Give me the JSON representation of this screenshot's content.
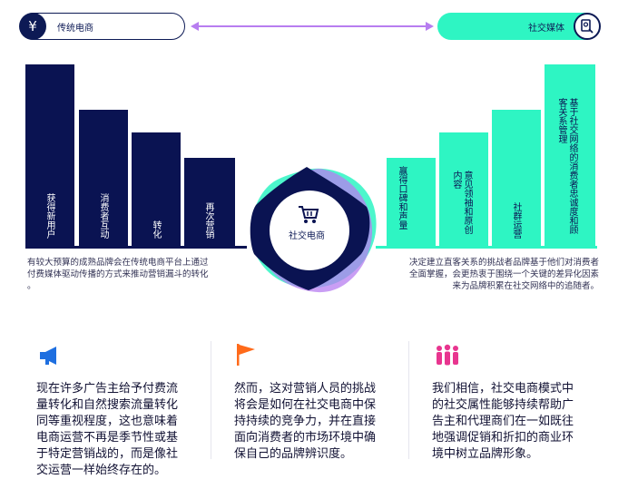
{
  "header": {
    "left_label": "传统电商",
    "right_label": "社交媒体",
    "left_icon": "yen-icon",
    "right_icon": "social-media-icon"
  },
  "left_bars": [
    {
      "label": "获得新用户"
    },
    {
      "label": "消费者互动"
    },
    {
      "label": "转化"
    },
    {
      "label": "再次营销"
    }
  ],
  "right_bars": [
    {
      "label": "赢得口碑和声量"
    },
    {
      "label": "意见领袖和原创内容"
    },
    {
      "label": "社群运营"
    },
    {
      "label": "基于社交网络的消费者忠诚度和顾客关系管理"
    }
  ],
  "left_desc": [
    "有较大预算的成熟品牌会在传统电商平台上通过",
    "付费媒体驱动传播的方式来推动营销漏斗的转化",
    "。"
  ],
  "right_desc": [
    "决定建立直客关系的挑战者品牌基于他们对消费者",
    "全面掌握，会更热衷于围绕一个关键的差异化因素",
    "来为品牌积累在社交网络中的追随者。"
  ],
  "center": {
    "label": "社交电商",
    "icon": "shopping-cart-icon"
  },
  "columns": [
    {
      "icon": "megaphone-icon",
      "lines": [
        "现在许多广告主给予付费流",
        "量转化和自然搜索流量转化",
        "同等重视程度，这也意味着",
        "电商运营不再是季节性或基",
        "于特定营销战的，而是像社",
        "交运营一样始终存在的。"
      ]
    },
    {
      "icon": "flag-icon",
      "lines": [
        "然而，这对营销人员的挑战",
        "将会是如何在社交电商中保",
        "持持续的竞争力，并在直接",
        "面向消费者的市场环境中确",
        "保自己的品牌辨识度。"
      ]
    },
    {
      "icon": "people-icon",
      "lines": [
        "我们相信，社交电商模式中",
        "的社交属性能够持续帮助广",
        "告主和代理商们在一如既往",
        "地强调促销和折扣的商业环",
        "境中树立品牌形象。"
      ]
    }
  ],
  "colors": {
    "navy": "#0a1352",
    "teal": "#2ef5c3",
    "purple": "#b77df0",
    "accent_blue": "#1e6fe0",
    "accent_orange": "#ff6a1a",
    "accent_pink": "#e8358f"
  }
}
